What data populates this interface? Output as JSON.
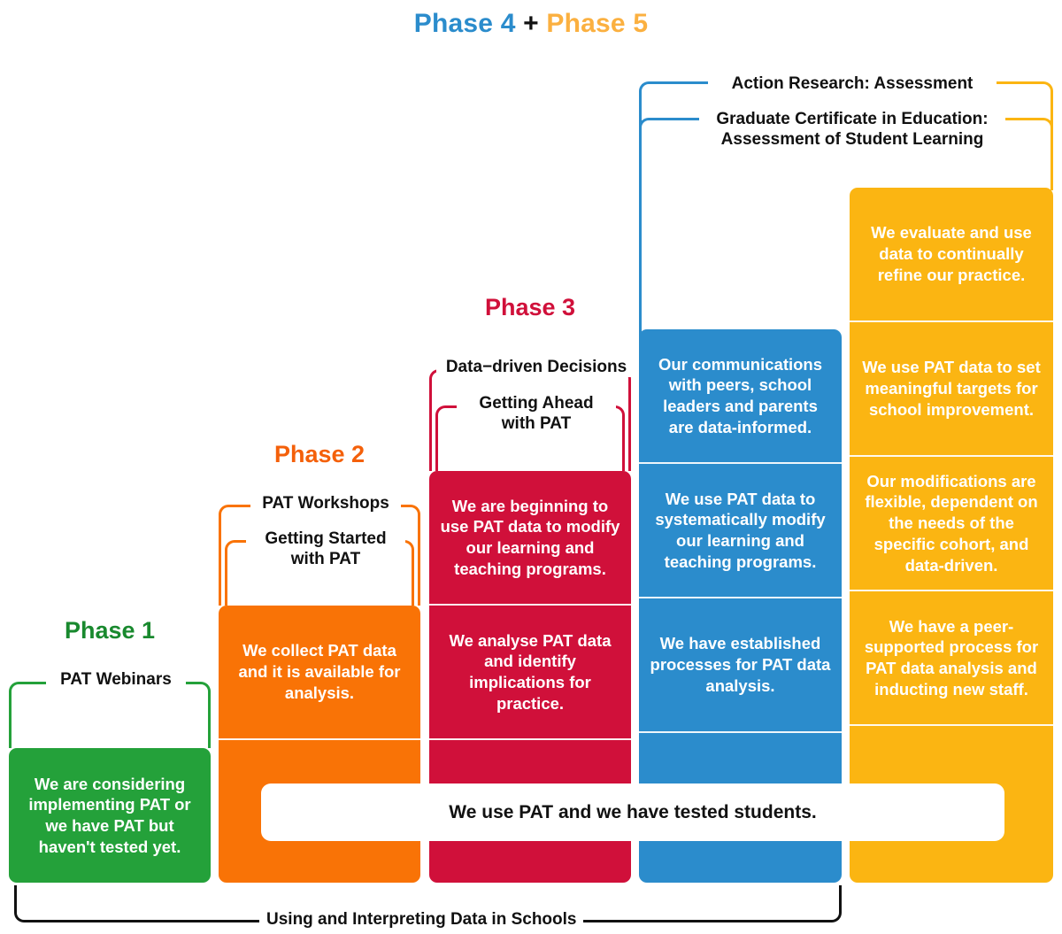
{
  "headline": {
    "phase4": "Phase 4",
    "plus": "+",
    "phase5": "Phase 5"
  },
  "colors": {
    "green": "#24A13A",
    "orange": "#F97306",
    "red": "#D0103A",
    "blue": "#2B8CCC",
    "yellow": "#FBB512",
    "black": "#111111"
  },
  "top_brackets": [
    {
      "name": "action-research-assessment",
      "label": "Action Research: Assessment",
      "left_color": "#2B8CCC",
      "right_color": "#FBB512"
    },
    {
      "name": "graduate-certificate",
      "label": "Graduate Certificate in Education:\nAssessment of Student Learning",
      "label_line1": "Graduate Certificate in Education:",
      "label_line2": "Assessment of Student Learning",
      "left_color": "#2B8CCC",
      "right_color": "#FBB512"
    }
  ],
  "columns": [
    {
      "id": "phase1",
      "phase_label": "Phase 1",
      "color": "#24A13A",
      "brackets": [
        {
          "label": "PAT Webinars",
          "line1": "PAT Webinars",
          "line2": ""
        }
      ],
      "cells": [
        {
          "text": "We are considering implementing PAT or we have PAT but haven't tested yet."
        }
      ]
    },
    {
      "id": "phase2",
      "phase_label": "Phase 2",
      "color": "#F97306",
      "brackets": [
        {
          "label": "PAT Workshops",
          "line1": "PAT Workshops",
          "line2": ""
        },
        {
          "label": "Getting Started with PAT",
          "line1": "Getting Started",
          "line2": "with PAT"
        }
      ],
      "cells": [
        {
          "text": "We collect PAT data and it is available for analysis."
        },
        {
          "text": ""
        }
      ]
    },
    {
      "id": "phase3",
      "phase_label": "Phase 3",
      "color": "#D0103A",
      "brackets": [
        {
          "label": "Data-driven Decisions",
          "line1": "Data−driven Decisions",
          "line2": ""
        },
        {
          "label": "Getting Ahead with PAT",
          "line1": "Getting Ahead",
          "line2": "with PAT"
        }
      ],
      "cells": [
        {
          "text": "We are beginning to use PAT data to modify our learning and teaching programs."
        },
        {
          "text": "We analyse PAT data and identify implications for practice."
        },
        {
          "text": ""
        }
      ]
    },
    {
      "id": "phase4",
      "phase_label": "",
      "color": "#2B8CCC",
      "brackets": [],
      "cells": [
        {
          "text": "Our communications with peers, school leaders and parents are data-informed."
        },
        {
          "text": "We use PAT data to systematically modify our learning and teaching programs."
        },
        {
          "text": "We have established processes for PAT data analysis."
        },
        {
          "text": ""
        }
      ]
    },
    {
      "id": "phase5",
      "phase_label": "",
      "color": "#FBB512",
      "brackets": [],
      "cells": [
        {
          "text": "We evaluate and use data to continually refine our practice."
        },
        {
          "text": "We use PAT data to set meaningful targets for school improvement."
        },
        {
          "text": "Our modifications are flexible, dependent on the needs of the specific cohort, and data-driven."
        },
        {
          "text": "We have a peer-supported process for PAT data analysis and inducting new staff."
        },
        {
          "text": ""
        }
      ]
    }
  ],
  "banner": {
    "text": "We use PAT and we have tested students."
  },
  "bottom_bracket": {
    "label": "Using and Interpreting Data in Schools"
  }
}
